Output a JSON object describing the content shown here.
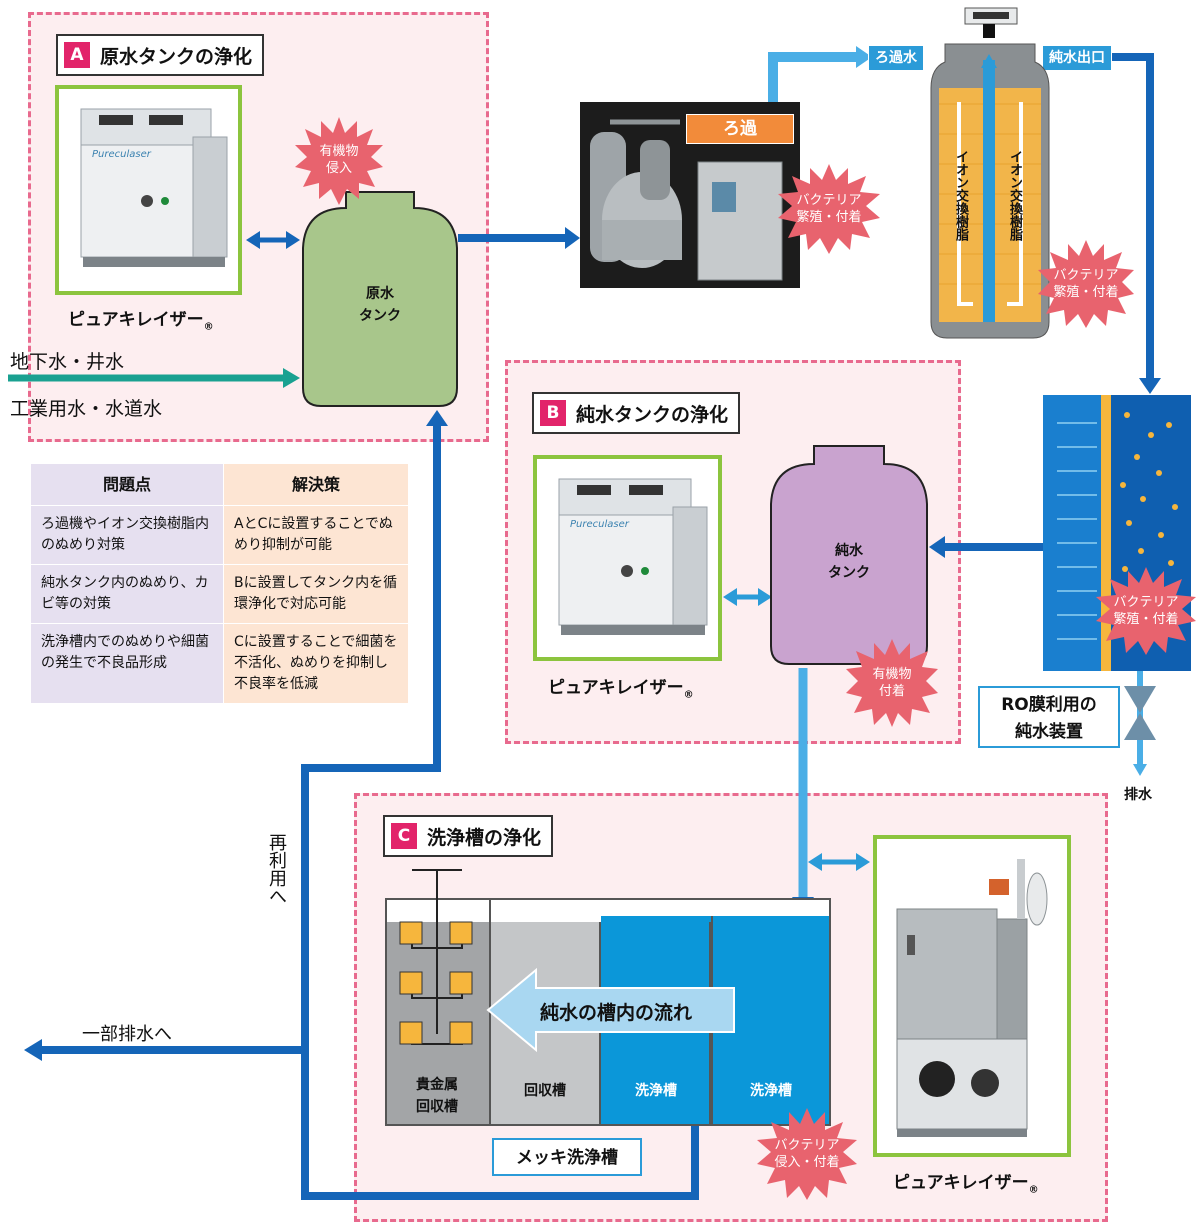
{
  "zones": {
    "a": {
      "letter": "A",
      "title": "原水タンクの浄化"
    },
    "b": {
      "letter": "B",
      "title": "純水タンクの浄化"
    },
    "c": {
      "letter": "C",
      "title": "洗浄槽の浄化"
    }
  },
  "device_caption": "ピュアキレイザー",
  "device_reg": "®",
  "device_badge": "Pureculaser",
  "inputs": {
    "line1": "地下水・井水",
    "line2": "工業用水・水道水"
  },
  "raw_tank": {
    "line1": "原水",
    "line2": "タンク"
  },
  "pure_tank": {
    "line1": "純水",
    "line2": "タンク"
  },
  "bursts": {
    "organic_in": {
      "line1": "有機物",
      "line2": "侵入"
    },
    "bacteria_filter": {
      "line1": "バクテリア",
      "line2": "繁殖・付着"
    },
    "bacteria_resin": {
      "line1": "バクテリア",
      "line2": "繁殖・付着"
    },
    "bacteria_ro": {
      "line1": "バクテリア",
      "line2": "繁殖・付着"
    },
    "organic_attach": {
      "line1": "有機物",
      "line2": "付着"
    },
    "bacteria_bath": {
      "line1": "バクテリア",
      "line2": "侵入・付着"
    }
  },
  "filter_label": "ろ過",
  "filtered_water": "ろ過水",
  "pure_outlet": "純水出口",
  "resin_label": "イオン交換樹脂",
  "ro": {
    "line1": "RO膜利用の",
    "line2": "純水装置"
  },
  "drain": "排水",
  "table": {
    "headers": [
      "問題点",
      "解決策"
    ],
    "rows": [
      [
        "ろ過機やイオン交換樹脂内のぬめり対策",
        "AとCに設置することでぬめり抑制が可能"
      ],
      [
        "純水タンク内のぬめり、カビ等の対策",
        "Bに設置してタンク内を循環浄化で対応可能"
      ],
      [
        "洗浄槽内でのぬめりや細菌の発生で不良品形成",
        "Cに設置することで細菌を不活化、ぬめりを抑制し不良率を低減"
      ]
    ]
  },
  "reuse": "再利用へ",
  "partial_drain": "一部排水へ",
  "baths": {
    "b1": {
      "line1": "貴金属",
      "line2": "回収槽"
    },
    "b2": "回収槽",
    "b3": "洗浄槽",
    "b4": "洗浄槽",
    "flow": "純水の槽内の流れ",
    "title": "メッキ洗浄槽"
  },
  "colors": {
    "pipe": "#1565b8",
    "pipe_light": "#4aaee6",
    "input_arrow": "#1aa191",
    "zone_bg": "#fdeef0",
    "zone_border": "#e86a8e",
    "raw_tank": "#a8c68b",
    "pure_tank": "#c9a3cf",
    "burst": "#e8636e",
    "wash_blue": "#0b97d9",
    "photo_border": "#8cc43e"
  }
}
